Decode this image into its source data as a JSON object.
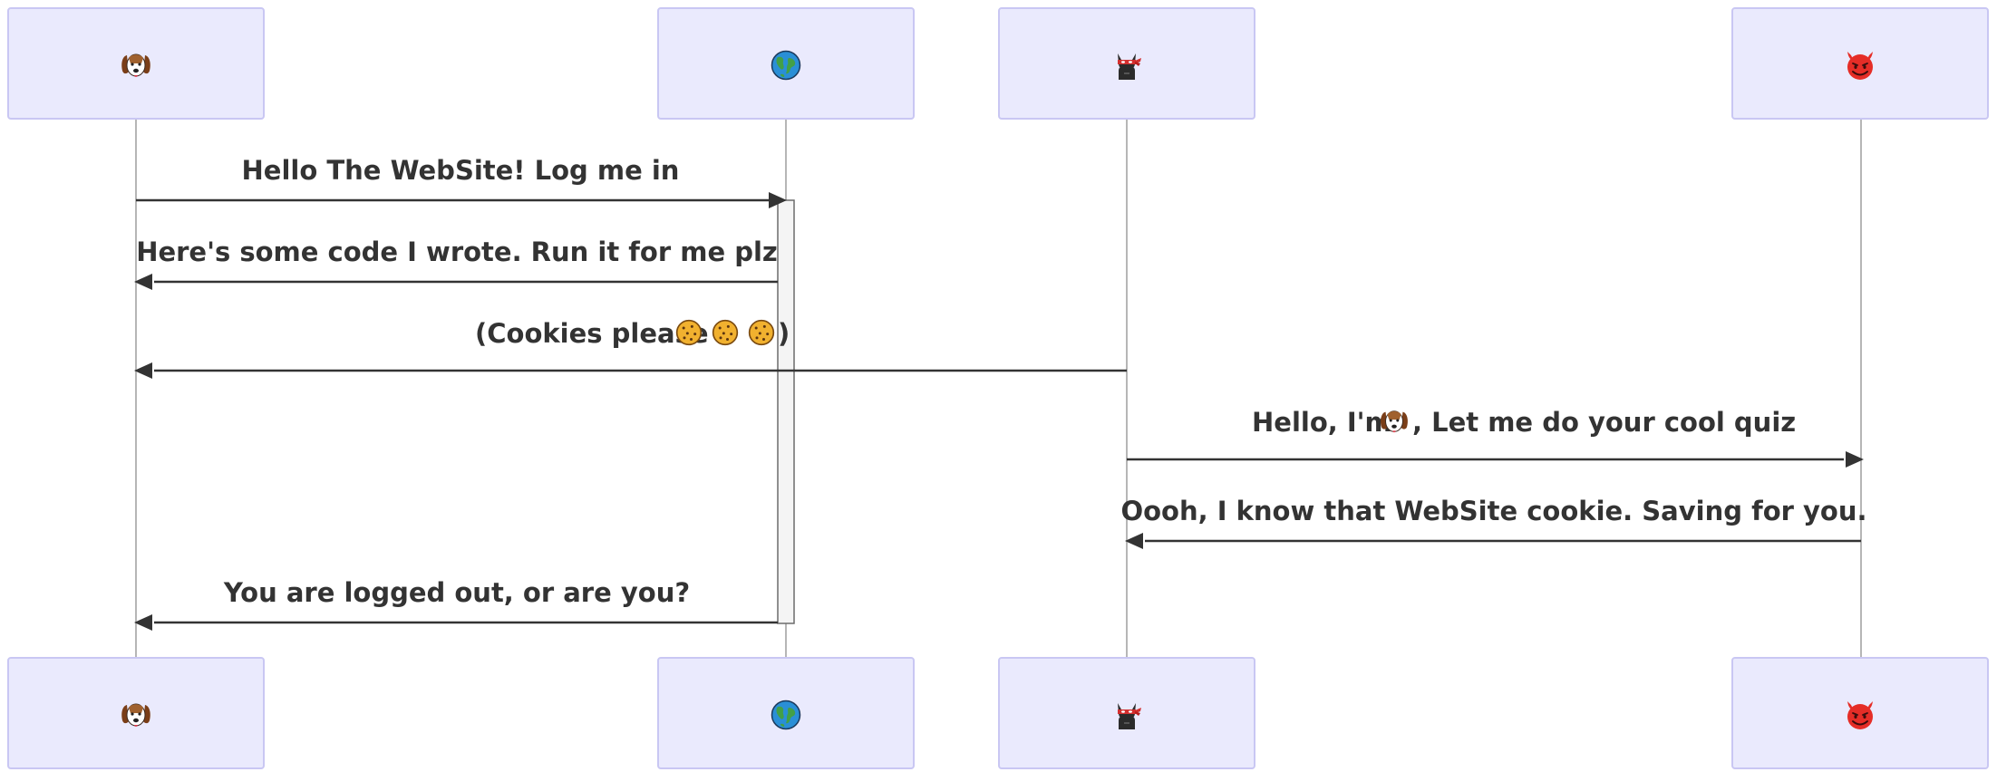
{
  "participants": [
    {
      "id": "dog",
      "icon": "dog-face-icon"
    },
    {
      "id": "website",
      "icon": "globe-icon"
    },
    {
      "id": "ninja",
      "icon": "ninja-cat-icon"
    },
    {
      "id": "devil",
      "icon": "smiling-devil-icon"
    }
  ],
  "messages": [
    {
      "from": "dog",
      "to": "website",
      "text": "Hello The WebSite! Log me in"
    },
    {
      "from": "website",
      "to": "dog",
      "text": "Here's some code I wrote. Run it for me plz"
    },
    {
      "from": "ninja",
      "to": "dog",
      "text": "(Cookies please ",
      "inline_icons": [
        "cookie-icon",
        "cookie-icon",
        "cookie-icon"
      ],
      "text_after": ")"
    },
    {
      "from": "ninja",
      "to": "devil",
      "text": "Hello, I'm ",
      "inline_icons": [
        "dog-face-icon"
      ],
      "text_after": ", Let me do your cool quiz"
    },
    {
      "from": "devil",
      "to": "ninja",
      "text": "Oooh, I know that WebSite cookie. Saving for you."
    },
    {
      "from": "website",
      "to": "dog",
      "text": "You are logged out, or are you?"
    }
  ],
  "activation": {
    "participant": "website",
    "from_message": 1,
    "to_message": 6
  },
  "colors": {
    "actor_fill": "#eaeafd",
    "actor_border": "#c9c7f3",
    "lifeline": "#b6b6b6",
    "message": "#333333",
    "activation_fill": "#f4f4f4"
  }
}
